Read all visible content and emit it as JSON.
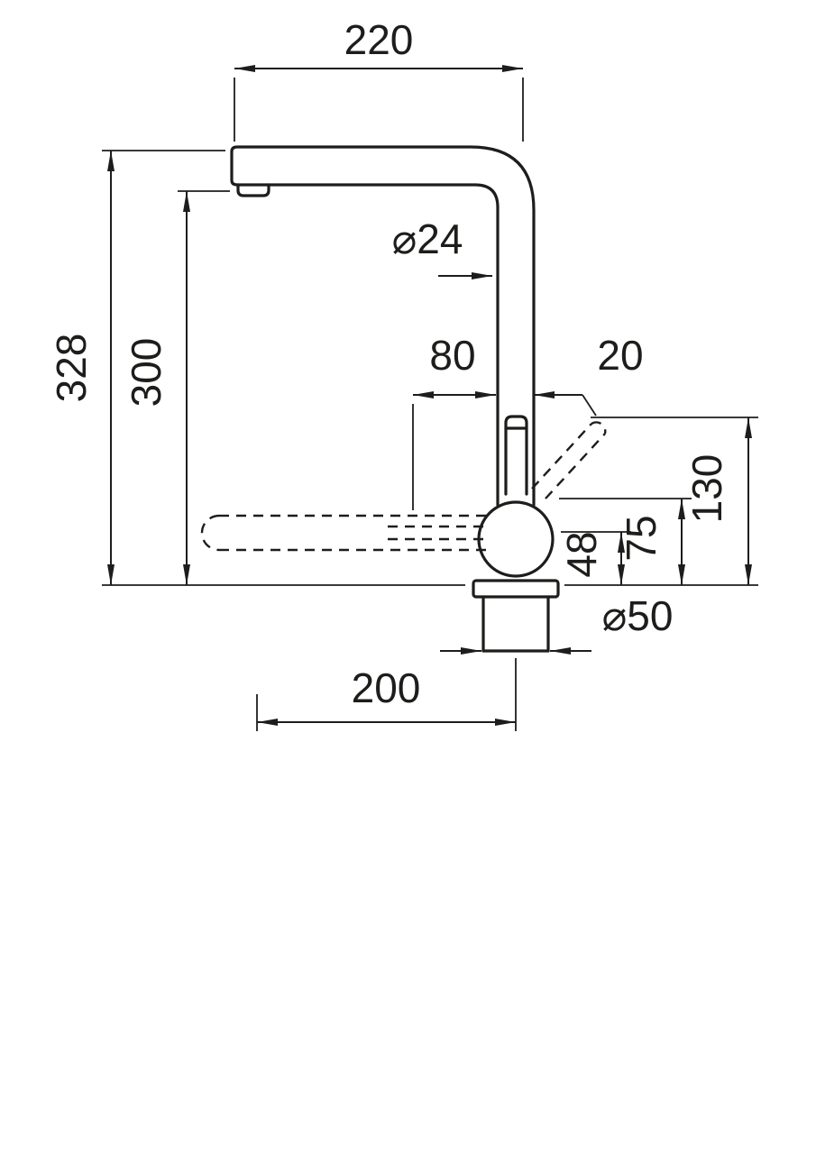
{
  "drawing": {
    "background": "#ffffff",
    "line_color": "#1d1d1b",
    "labels": {
      "width_top": "220",
      "height_total": "328",
      "height_spout": "300",
      "spout_diameter": "⌀24",
      "handle_length": "80",
      "handle_offset": "20",
      "handle_height": "130",
      "body_height": "75",
      "base_height": "48",
      "base_diameter": "⌀50",
      "reach_bottom": "200"
    }
  }
}
